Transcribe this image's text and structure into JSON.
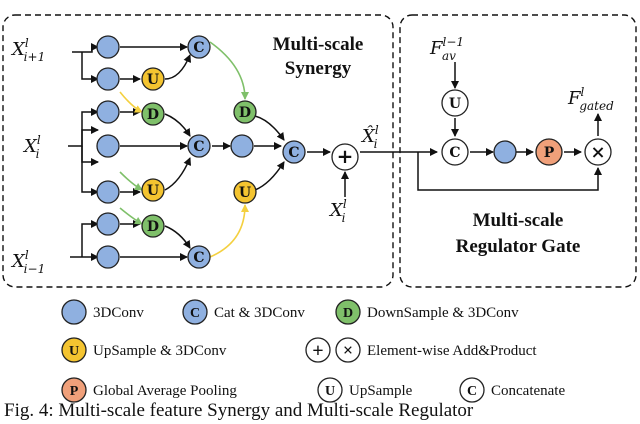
{
  "panels": {
    "synergy_title": [
      "Multi-scale",
      "Synergy"
    ],
    "gate_title": [
      "Multi-scale",
      "Regulator Gate"
    ]
  },
  "inputs": {
    "x_top_base": "X",
    "x_top_sup": "l",
    "x_top_sub": "i+1",
    "x_mid_base": "X",
    "x_mid_sup": "l",
    "x_mid_sub": "i",
    "x_bot_base": "X",
    "x_bot_sup": "l",
    "x_bot_sub": "i−1",
    "x_res_base": "X",
    "x_res_sup": "l",
    "x_res_sub": "i",
    "xhat_base": "X̂",
    "xhat_sup": "l",
    "xhat_sub": "i",
    "f_av_base": "F",
    "f_av_sup": "l−1",
    "f_av_sub": "av",
    "f_gated_base": "F",
    "f_gated_sup": "l",
    "f_gated_sub": "gated"
  },
  "node_letters": {
    "cat": "C",
    "down": "D",
    "up": "U",
    "pool": "P",
    "add": "+",
    "mul": "×"
  },
  "legend": {
    "conv": "3DConv",
    "cat_conv": "Cat & 3DConv",
    "down_conv": "DownSample & 3DConv",
    "up_conv": "UpSample & 3DConv",
    "elementwise": "Element-wise Add&Product",
    "gap": "Global Average Pooling",
    "upsample": "UpSample",
    "concat": "Concatenate"
  },
  "caption": "Fig. 4: Multi-scale feature Synergy and Multi-scale Regulator",
  "colors": {
    "conv": "#8fb0e0",
    "down": "#7fc06a",
    "up": "#f4c430",
    "pool": "#f0a07a",
    "green_arrow": "#7fc06a",
    "yellow_arrow": "#f4d03f",
    "ink": "#111111"
  }
}
